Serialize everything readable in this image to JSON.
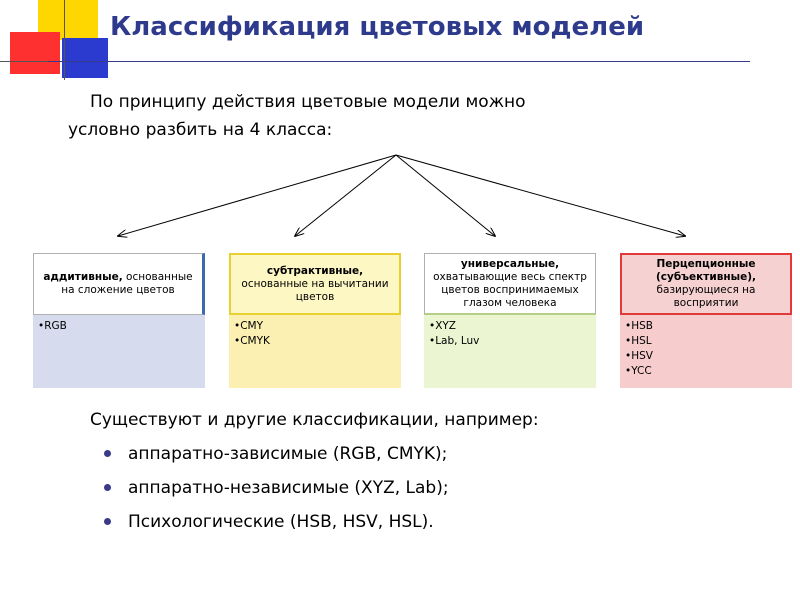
{
  "title": "Классификация цветовых моделей",
  "intro": {
    "line1": "По принципу действия цветовые модели можно",
    "line2": "условно разбить на 4 класса:"
  },
  "colors": {
    "title": "#2e3a8c",
    "deco_yellow": "#ffd700",
    "deco_red": "#ff3030",
    "deco_blue": "#2b3bd0"
  },
  "classes": [
    {
      "bold": "аддитивные,",
      "rest": "основанные на сложение цветов",
      "items": [
        "RGB"
      ]
    },
    {
      "bold": "субтрактивные,",
      "rest": "основанные на вычитании цветов",
      "items": [
        "CMY",
        "CMYK"
      ]
    },
    {
      "bold": "универсальные,",
      "rest": "охватывающие весь спектр цветов воспринимаемых глазом человека",
      "items": [
        "XYZ",
        "Lab, Luv"
      ]
    },
    {
      "bold": "Перцепционные (субъективные),",
      "rest": "базирующиеся на восприятии",
      "items": [
        "HSB",
        "HSL",
        "HSV",
        "YCC"
      ]
    }
  ],
  "other": {
    "heading": "Существуют и другие классификации, например:",
    "items": [
      "аппаратно-зависимые (RGB, CMYK);",
      "аппаратно-независимые (XYZ, Lab);",
      "Психологические (HSB, HSV, HSL)."
    ]
  }
}
